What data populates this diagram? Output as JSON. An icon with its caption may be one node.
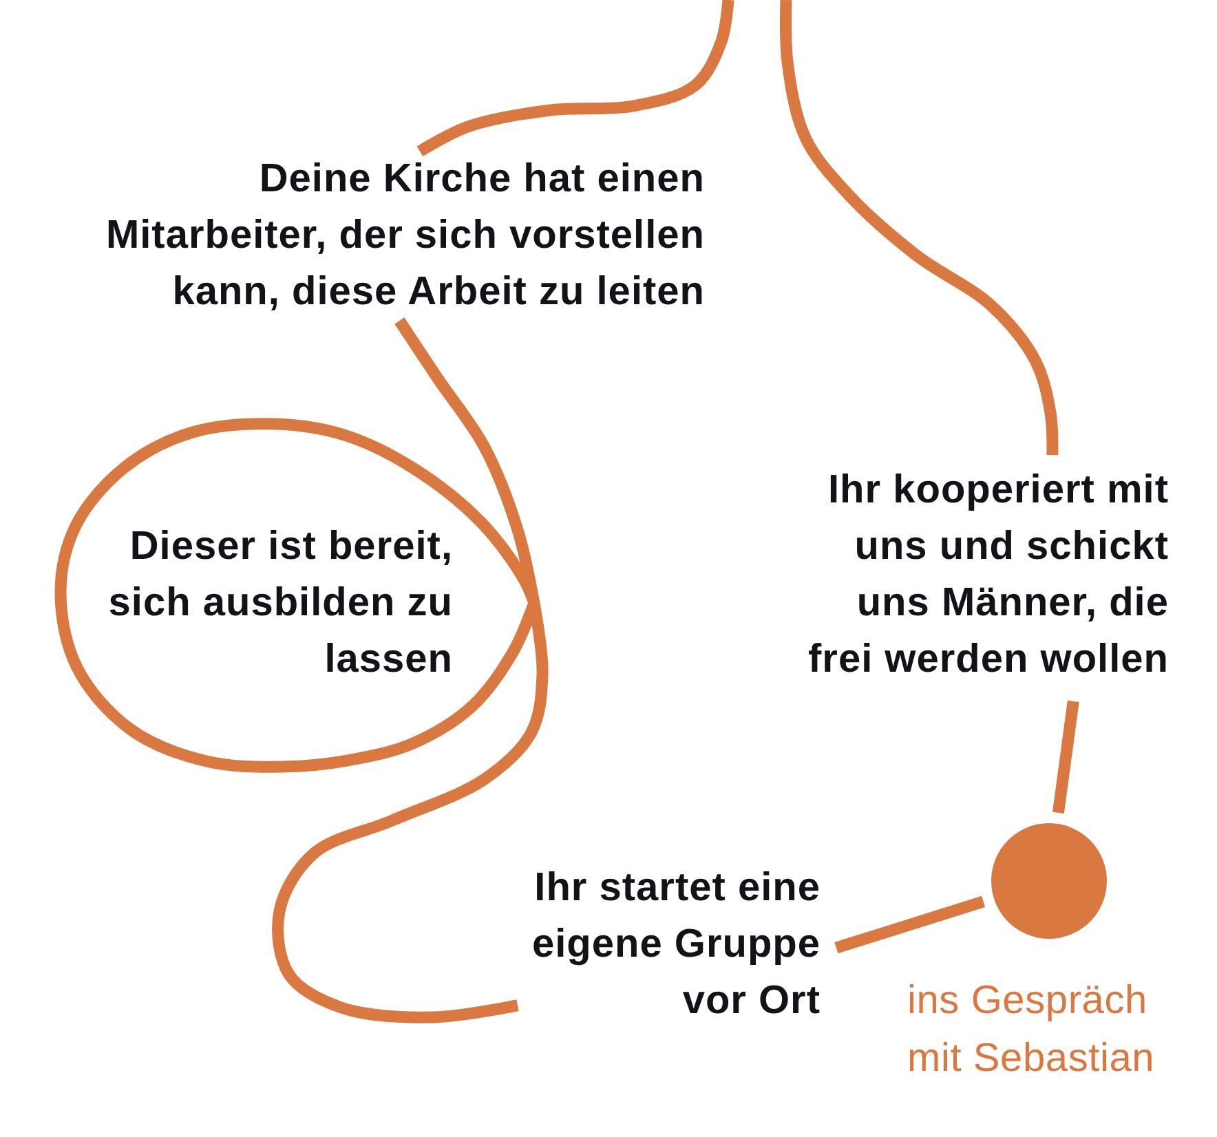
{
  "diagram": {
    "nodes": [
      {
        "text": [
          "Deine Kirche hat einen Mitarbeiter, der sich vorstellen kann, diese Arbeit zu leiten"
        ]
      },
      {
        "text": [
          "Dieser ist bereit, sich ausbilden zu lassen"
        ]
      },
      {
        "text": [
          "Ihr startet eine eigene Gruppe vor Ort"
        ]
      },
      {
        "text": [
          "Ihr kooperiert mit uns und schickt uns Männer, die frei werden wollen"
        ]
      },
      {
        "text": [],
        "shape": "circle",
        "beside": [
          "ins Gespräch mit Sebastian"
        ]
      }
    ],
    "edges": [
      {
        "from": null,
        "to": 0,
        "arrow": "none"
      },
      {
        "from": 0,
        "to": 1,
        "arrow": "none"
      },
      {
        "from": 1,
        "to": 2,
        "arrow": "none"
      },
      {
        "from": 2,
        "to": 4,
        "arrow": "none"
      },
      {
        "from": null,
        "to": 3,
        "arrow": "none"
      },
      {
        "from": 3,
        "to": 4,
        "arrow": "none"
      }
    ]
  }
}
